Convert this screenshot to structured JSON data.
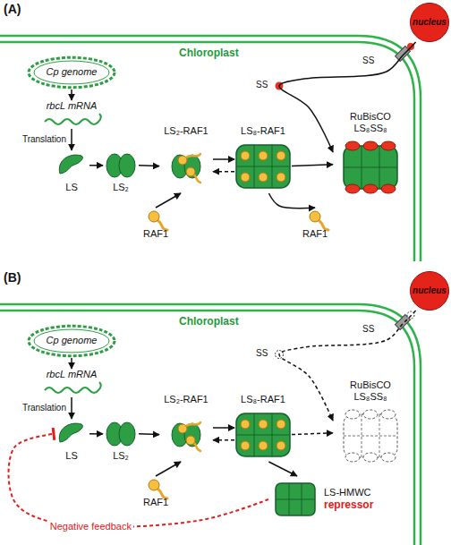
{
  "diagram": {
    "nodes": [
      {
        "text": [
          "nucleus"
        ]
      },
      {
        "text": [
          "Cp genome"
        ]
      },
      {
        "text": [
          "rbcL mRNA"
        ]
      },
      {
        "text": [
          "LS"
        ]
      },
      {
        "text": [
          "LS₂"
        ]
      },
      {
        "text": [
          "RAF1"
        ]
      },
      {
        "text": [
          "LS₂-RAF1"
        ]
      },
      {
        "text": [
          "LS₈-RAF1"
        ]
      },
      {
        "text": [
          "RAF1"
        ]
      },
      {
        "text": [
          "RuBisCO LS₈SS₈"
        ]
      },
      {
        "text": [
          "nucleus"
        ]
      },
      {
        "text": [
          "Cp genome"
        ]
      },
      {
        "text": [
          "rbcL mRNA"
        ]
      },
      {
        "text": [
          "LS"
        ]
      },
      {
        "text": [
          "LS₂"
        ]
      },
      {
        "text": [
          "RAF1"
        ]
      },
      {
        "text": [
          "LS₂-RAF1"
        ]
      },
      {
        "text": [
          "LS₈-RAF1"
        ]
      },
      {
        "text": [
          "RuBisCO LS₈SS₈"
        ]
      },
      {
        "text": [
          "LS-HMWC",
          "repressor"
        ]
      }
    ],
    "edges": [
      {
        "from": 1,
        "to": 2,
        "arrow": "to"
      },
      {
        "from": 2,
        "to": 3,
        "arrow": "to",
        "label": "Translation"
      },
      {
        "from": 3,
        "to": 4,
        "arrow": "to"
      },
      {
        "from": 4,
        "to": 6,
        "arrow": "to"
      },
      {
        "from": 5,
        "to": 6,
        "arrow": "to"
      },
      {
        "from": 6,
        "to": 7,
        "arrow": "to"
      },
      {
        "from": 7,
        "to": 6,
        "arrow": "to"
      },
      {
        "from": 7,
        "to": 9,
        "arrow": "to"
      },
      {
        "from": 7,
        "to": 8,
        "arrow": "to"
      },
      {
        "from": 0,
        "to": 9,
        "arrow": "to"
      },
      {
        "from": 11,
        "to": 12,
        "arrow": "to"
      },
      {
        "from": 12,
        "to": 13,
        "arrow": "to",
        "label": "Translation"
      },
      {
        "from": 13,
        "to": 14,
        "arrow": "to"
      },
      {
        "from": 14,
        "to": 16,
        "arrow": "to"
      },
      {
        "from": 15,
        "to": 16,
        "arrow": "to"
      },
      {
        "from": 16,
        "to": 17,
        "arrow": "to"
      },
      {
        "from": 17,
        "to": 16,
        "arrow": "to"
      },
      {
        "from": 17,
        "to": 18,
        "arrow": "to"
      },
      {
        "from": 17,
        "to": 19,
        "arrow": "to"
      },
      {
        "from": 10,
        "to": 18,
        "arrow": "to"
      },
      {
        "from": 19,
        "to": 13,
        "arrow": "to",
        "label": "Negative feedback"
      }
    ],
    "labels": [
      "(A)",
      "Chloroplast",
      "SS",
      "SS",
      "(B)",
      "Chloroplast",
      "SS",
      "SS"
    ]
  }
}
